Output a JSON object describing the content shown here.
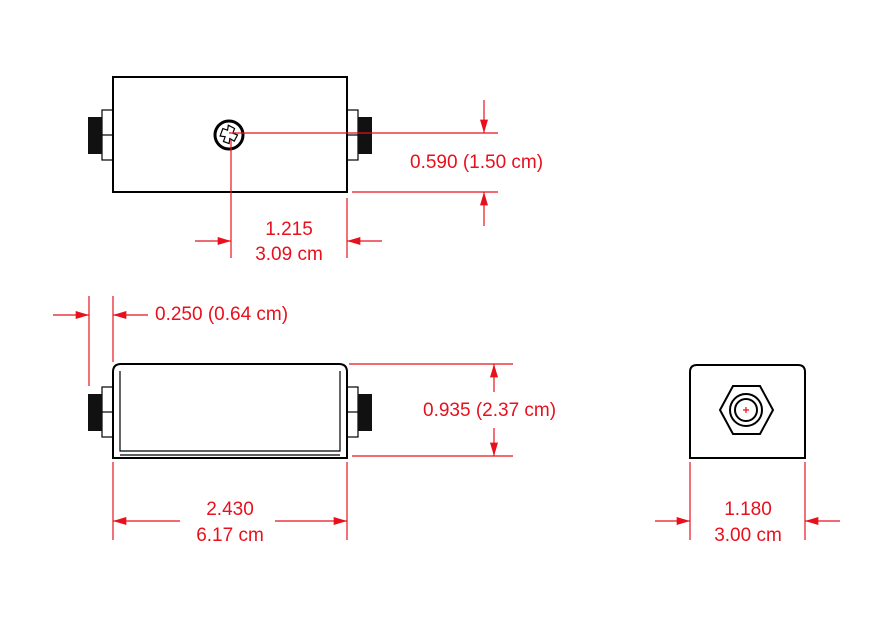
{
  "views": {
    "top": {
      "dim_height": "0.590 (1.50 cm)",
      "dim_screw_in": "1.215",
      "dim_screw_cm": "3.09 cm"
    },
    "side": {
      "dim_connector": "0.250 (0.64 cm)",
      "dim_height": "0.935 (2.37 cm)",
      "dim_length_in": "2.430",
      "dim_length_cm": "6.17 cm"
    },
    "end": {
      "dim_width_in": "1.180",
      "dim_width_cm": "3.00 cm"
    }
  },
  "colors": {
    "dimension": "#e8101c",
    "outline": "#000000"
  }
}
